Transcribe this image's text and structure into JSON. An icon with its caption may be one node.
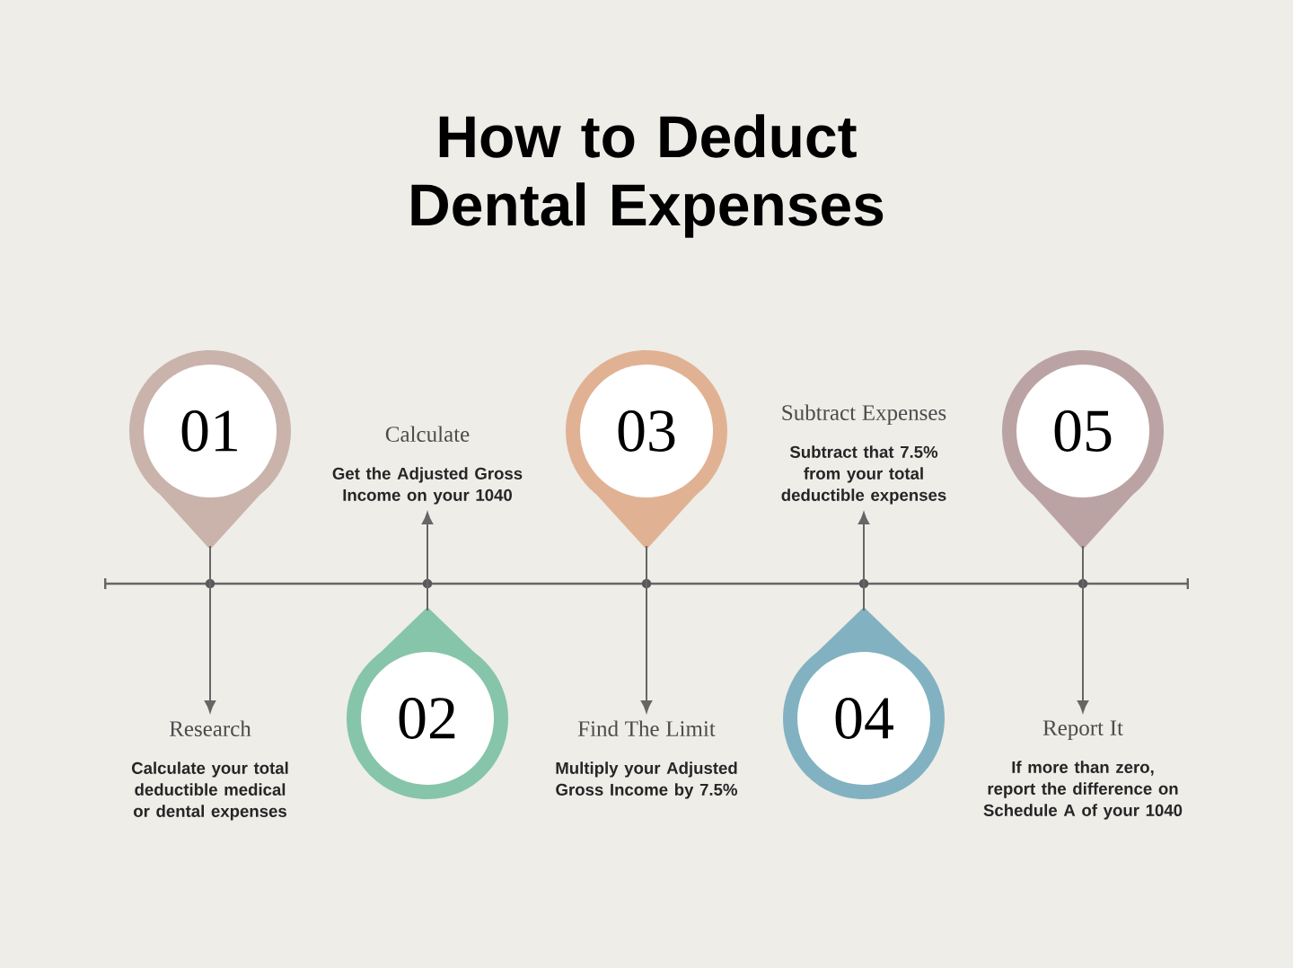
{
  "diagram": {
    "title": "How to Deduct Dental Expenses",
    "nodes": [
      {
        "text": [
          "01"
        ]
      },
      {
        "text": [
          "Research",
          "Calculate your total deductible medical or dental expenses"
        ]
      },
      {
        "text": [
          "02"
        ]
      },
      {
        "text": [
          "Calculate",
          "Get the Adjusted Gross Income on your 1040"
        ]
      },
      {
        "text": [
          "03"
        ]
      },
      {
        "text": [
          "Find The Limit",
          "Multiply your Adjusted Gross Income by 7.5%"
        ]
      },
      {
        "text": [
          "04"
        ]
      },
      {
        "text": [
          "Subtract Expenses",
          "Subtract that 7.5% from your total deductible expenses"
        ]
      },
      {
        "text": [
          "05"
        ]
      },
      {
        "text": [
          "Report It",
          "If more than zero, report the difference on Schedule A of your 1040"
        ]
      }
    ],
    "edges": [
      {
        "from": 0,
        "to": 1,
        "arrow": "to"
      },
      {
        "from": 2,
        "to": 3,
        "arrow": "to"
      },
      {
        "from": 4,
        "to": 5,
        "arrow": "to"
      },
      {
        "from": 6,
        "to": 7,
        "arrow": "to"
      },
      {
        "from": 8,
        "to": 9,
        "arrow": "to"
      }
    ]
  }
}
